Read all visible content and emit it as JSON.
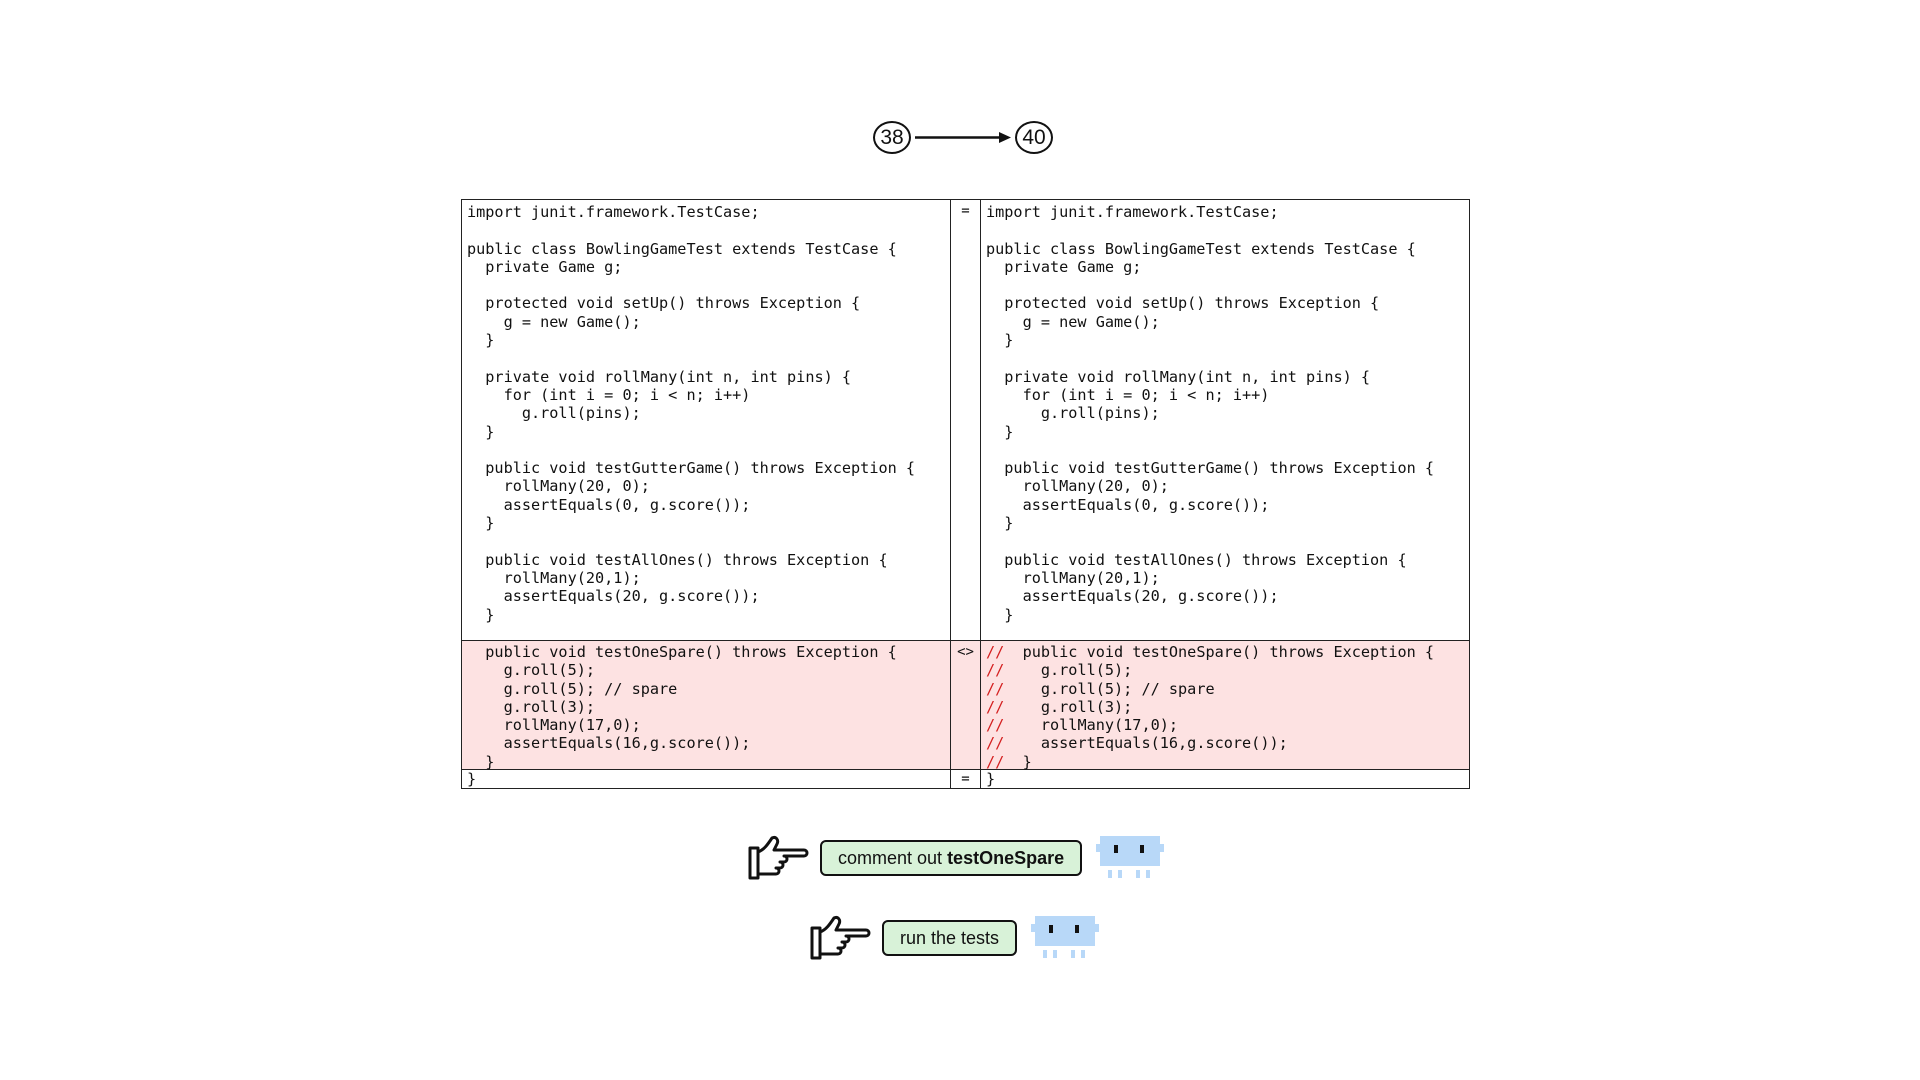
{
  "steps": {
    "from": "38",
    "to": "40"
  },
  "colors": {
    "changed_bg": "#fde2e2",
    "comment_marker": "#d42020",
    "pill_bg": "#d8f2d8",
    "robot": "#b8d8f8"
  },
  "diff": {
    "left_top": [
      "import junit.framework.TestCase;",
      "",
      "public class BowlingGameTest extends TestCase {",
      "  private Game g;",
      "",
      "  protected void setUp() throws Exception {",
      "    g = new Game();",
      "  }",
      "",
      "  private void rollMany(int n, int pins) {",
      "    for (int i = 0; i < n; i++)",
      "      g.roll(pins);",
      "  }",
      "",
      "  public void testGutterGame() throws Exception {",
      "    rollMany(20, 0);",
      "    assertEquals(0, g.score());",
      "  }",
      "",
      "  public void testAllOnes() throws Exception {",
      "    rollMany(20,1);",
      "    assertEquals(20, g.score());",
      "  }"
    ],
    "right_top": [
      "import junit.framework.TestCase;",
      "",
      "public class BowlingGameTest extends TestCase {",
      "  private Game g;",
      "",
      "  protected void setUp() throws Exception {",
      "    g = new Game();",
      "  }",
      "",
      "  private void rollMany(int n, int pins) {",
      "    for (int i = 0; i < n; i++)",
      "      g.roll(pins);",
      "  }",
      "",
      "  public void testGutterGame() throws Exception {",
      "    rollMany(20, 0);",
      "    assertEquals(0, g.score());",
      "  }",
      "",
      "  public void testAllOnes() throws Exception {",
      "    rollMany(20,1);",
      "    assertEquals(20, g.score());",
      "  }"
    ],
    "left_changed": [
      "  public void testOneSpare() throws Exception {",
      "    g.roll(5);",
      "    g.roll(5); // spare",
      "    g.roll(3);",
      "    rollMany(17,0);",
      "    assertEquals(16,g.score());",
      "  }"
    ],
    "right_changed": [
      {
        "prefix": "//",
        "text": "  public void testOneSpare() throws Exception {"
      },
      {
        "prefix": "//",
        "text": "    g.roll(5);"
      },
      {
        "prefix": "//",
        "text": "    g.roll(5); // spare"
      },
      {
        "prefix": "//",
        "text": "    g.roll(3);"
      },
      {
        "prefix": "//",
        "text": "    rollMany(17,0);"
      },
      {
        "prefix": "//",
        "text": "    assertEquals(16,g.score());"
      },
      {
        "prefix": "//",
        "text": "  }"
      }
    ],
    "left_bottom": "}",
    "right_bottom": "}",
    "markers": {
      "top": "=",
      "changed": "<>",
      "bottom": "="
    }
  },
  "annotations": {
    "step1": {
      "text": "comment out ",
      "bold": "testOneSpare",
      "icon": "pointing-hand-icon"
    },
    "step2": {
      "text": "run the tests",
      "icon": "pointing-hand-icon"
    }
  }
}
